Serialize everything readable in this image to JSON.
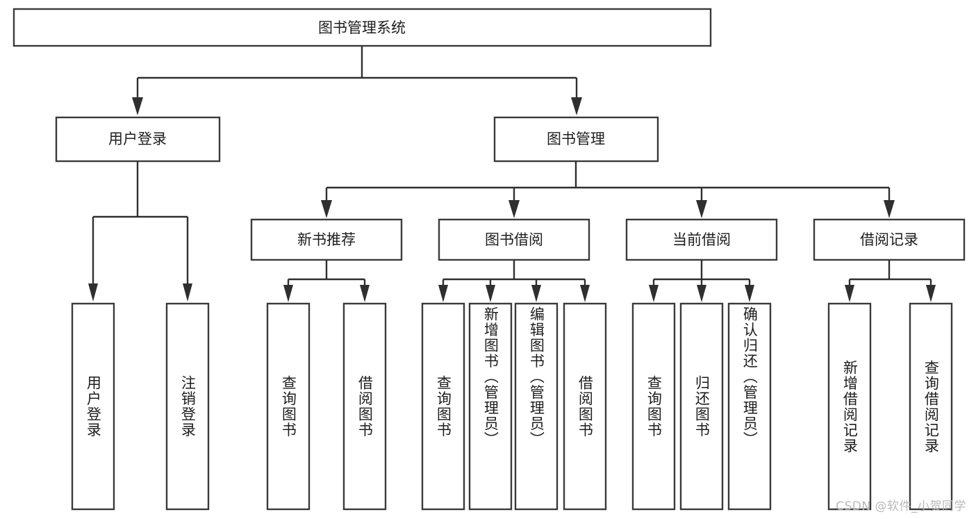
{
  "diagram": {
    "title_node": {
      "label": "图书管理系统"
    },
    "level2": [
      {
        "label": "用户登录"
      },
      {
        "label": "图书管理"
      }
    ],
    "level3": [
      {
        "label": "新书推荐"
      },
      {
        "label": "图书借阅"
      },
      {
        "label": "当前借阅"
      },
      {
        "label": "借阅记录"
      }
    ],
    "leaves": {
      "user_login": [
        {
          "label": "用户登录"
        },
        {
          "label": "注销登录"
        }
      ],
      "new_book": [
        {
          "label": "查询图书"
        },
        {
          "label": "借阅图书"
        }
      ],
      "book_borrow": [
        {
          "label": "查询图书"
        },
        {
          "label": "新增图书（管理员）"
        },
        {
          "label": "编辑图书（管理员）"
        },
        {
          "label": "借阅图书"
        }
      ],
      "current_borrow": [
        {
          "label": "查询图书"
        },
        {
          "label": "归还图书"
        },
        {
          "label": "确认归还（管理员）"
        }
      ],
      "borrow_record": [
        {
          "label": "新增借阅记录"
        },
        {
          "label": "查询借阅记录"
        }
      ]
    }
  },
  "watermark": {
    "text": "CSDN @软件_小贺同学"
  },
  "colors": {
    "box_stroke": "#3a3a3a",
    "connector": "#2f2f2f",
    "text": "#1d1d1d",
    "background": "#ffffff",
    "watermark": "#b9b9b9"
  }
}
